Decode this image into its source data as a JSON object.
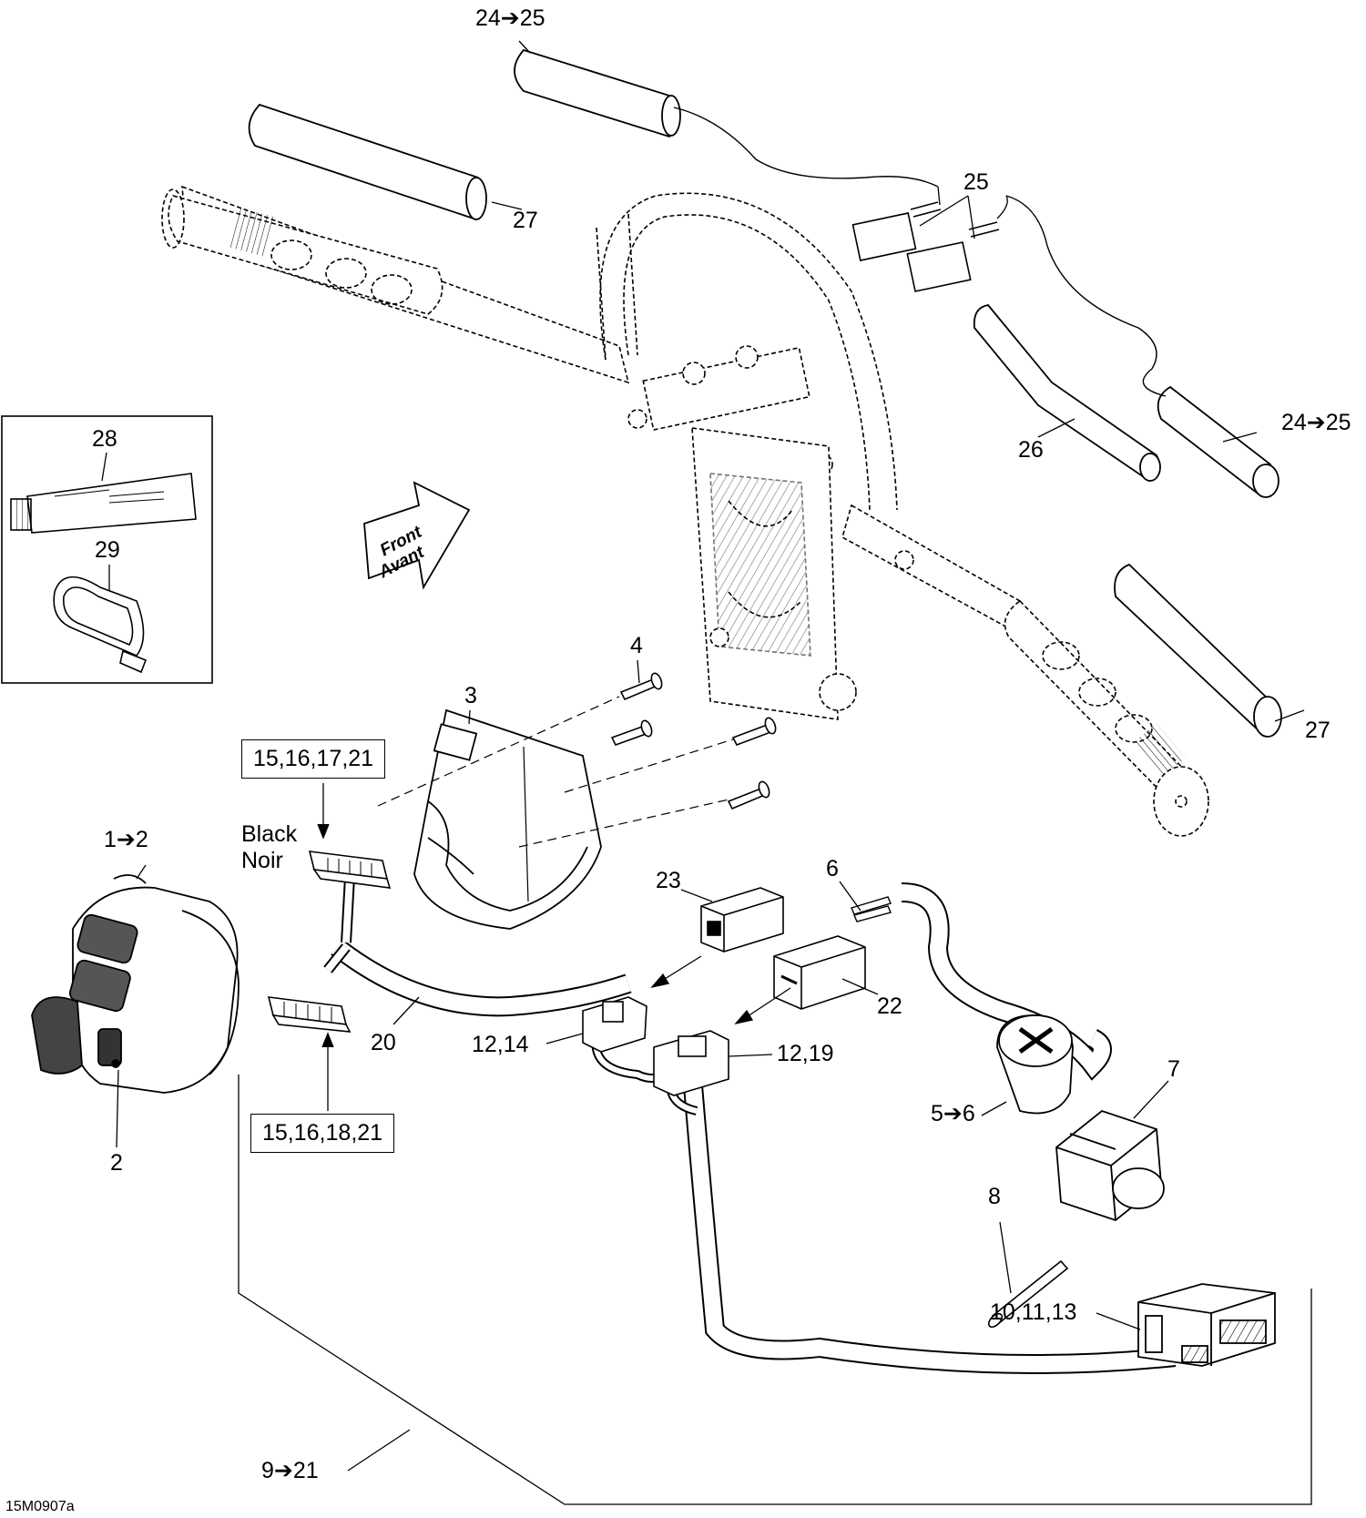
{
  "callouts": {
    "c24_25_top": "24➔25",
    "c27_top": "27",
    "c25": "25",
    "c28": "28",
    "c29": "29",
    "c26": "26",
    "c24_25_right": "24➔25",
    "c4": "4",
    "c3": "3",
    "c27_right": "27",
    "c1_2": "1➔2",
    "c23": "23",
    "c6": "6",
    "c22": "22",
    "c20": "20",
    "c12_14": "12,14",
    "c12_19": "12,19",
    "c7": "7",
    "c5_6": "5➔6",
    "c2": "2",
    "c8": "8",
    "c10_11_13": "10,11,13",
    "c9_21": "9➔21"
  },
  "boxed_labels": {
    "top_connector": "15,16,17,21",
    "bottom_connector": "15,16,18,21"
  },
  "connector_color": {
    "en": "Black",
    "fr": "Noir"
  },
  "direction_arrow": {
    "en": "Front",
    "fr": "Avant"
  },
  "figure_ref": "15M0907a"
}
